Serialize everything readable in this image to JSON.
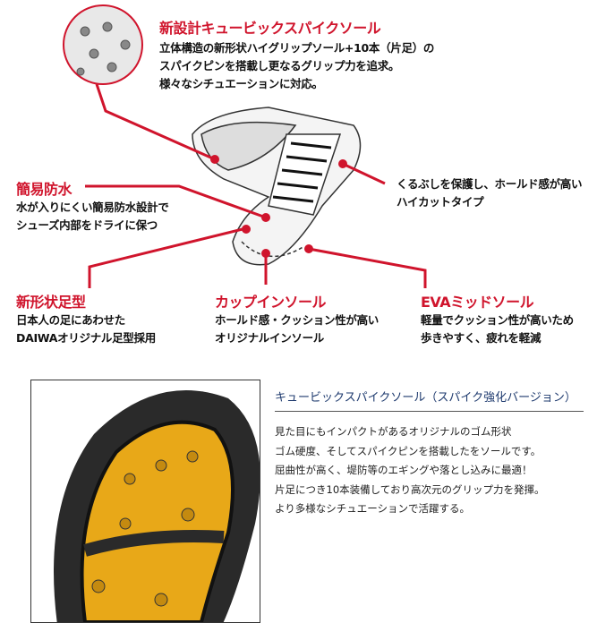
{
  "features": {
    "spike_sole": {
      "title": "新設計キュービックスパイクソール",
      "lines": [
        "立体構造の新形状ハイグリップソール+10本（片足）の",
        "スパイクピンを搭載し更なるグリップ力を追求。",
        "様々なシチュエーションに対応。"
      ]
    },
    "waterproof": {
      "title": "簡易防水",
      "lines": [
        "水が入りにくい簡易防水設計で",
        "シューズ内部をドライに保つ"
      ]
    },
    "high_cut": {
      "lines": [
        "くるぶしを保護し、ホールド感が高い",
        "ハイカットタイプ"
      ]
    },
    "last": {
      "title": "新形状足型",
      "lines": [
        "日本人の足にあわせた",
        "DAIWAオリジナル足型採用"
      ]
    },
    "insole": {
      "title": "カップインソール",
      "lines": [
        "ホールド感・クッション性が高い",
        "オリジナルインソール"
      ]
    },
    "midsole": {
      "title": "EVAミッドソール",
      "lines": [
        "軽量でクッション性が高いため",
        "歩きやすく、疲れを軽減"
      ]
    }
  },
  "section": {
    "title": "キュービックスパイクソール（スパイク強化バージョン）",
    "lines": [
      "見た目にもインパクトがあるオリジナルのゴム形状",
      "ゴム硬度、そしてスパイクピンを搭載したをソールです。",
      "屈曲性が高く、堤防等のエギングや落とし込みに最適！",
      "片足につき10本装備しており高次元のグリップ力を発揮。",
      "より多様なシチュエーションで活躍する。"
    ]
  },
  "colors": {
    "accent": "#d0142c",
    "section_title": "#1e3a6e",
    "sole_yellow": "#f0b020"
  }
}
